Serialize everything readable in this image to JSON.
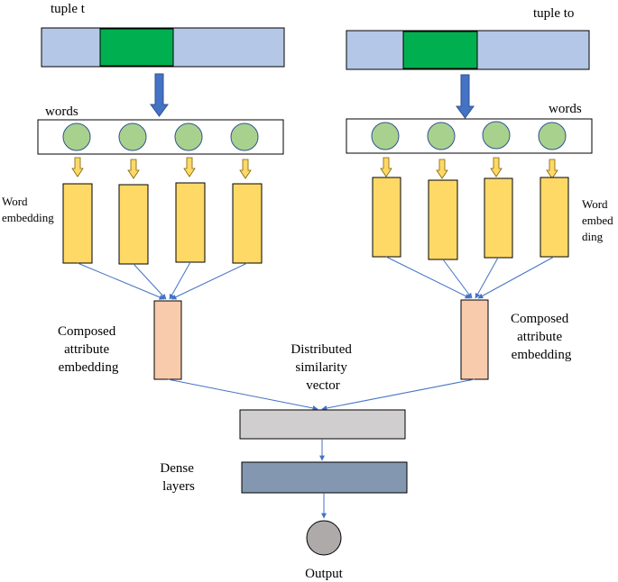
{
  "labels": {
    "tuple_left": "tuple t",
    "tuple_right": "tuple to",
    "words_left": "words",
    "words_right": "words",
    "word_embedding_left": [
      "Word",
      "embedding"
    ],
    "word_embedding_right": [
      "Word",
      "embed",
      "ding"
    ],
    "composed_left": [
      "Composed",
      "attribute",
      "embedding"
    ],
    "composed_right": [
      "Composed",
      "attribute",
      "embedding"
    ],
    "distributed": [
      "Distributed",
      "similarity",
      "vector"
    ],
    "dense": [
      "Dense",
      "layers"
    ],
    "output": "Output"
  },
  "colors": {
    "tuple_bar": "#b4c7e7",
    "tuple_highlight": "#00b050",
    "word_circle": "#a9d18e",
    "down_arrow_small": "#ffd966",
    "down_arrow_big": "#4472c4",
    "embedding": "#ffd966",
    "composed": "#f8cbad",
    "similarity": "#d0cece",
    "dense": "#8497b0",
    "output_node": "#aeaaaa",
    "connector": "#4472c4"
  }
}
